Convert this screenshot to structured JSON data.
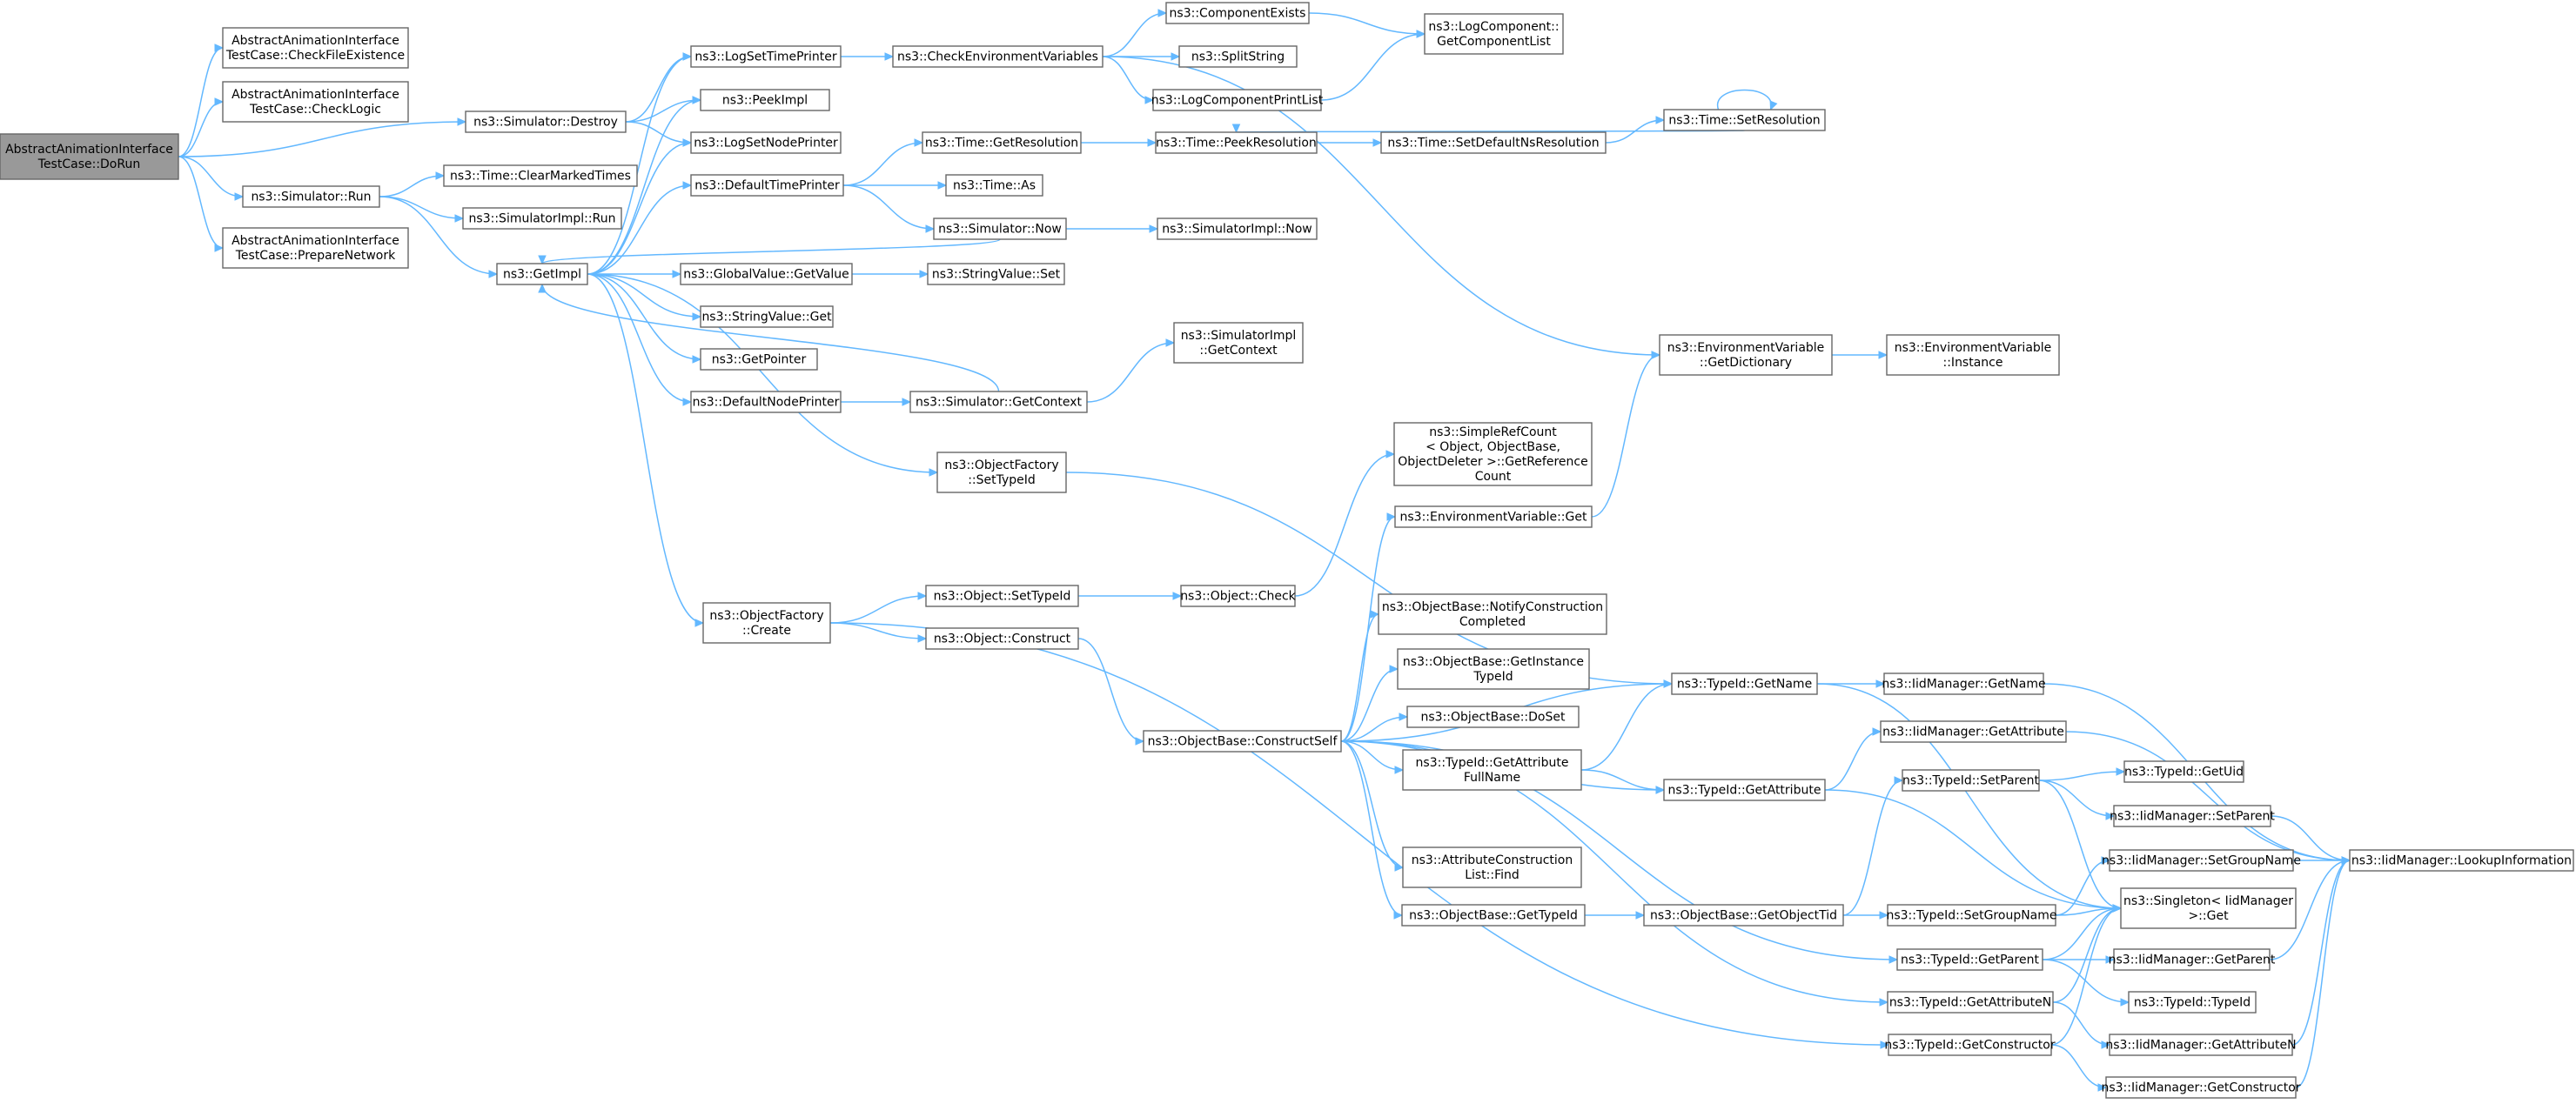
{
  "graph": {
    "nodes": [
      {
        "id": "dorun",
        "lines": [
          "AbstractAnimationInterface",
          "TestCase::DoRun"
        ],
        "root": true
      },
      {
        "id": "checkfile",
        "lines": [
          "AbstractAnimationInterface",
          "TestCase::CheckFileExistence"
        ]
      },
      {
        "id": "checklogic",
        "lines": [
          "AbstractAnimationInterface",
          "TestCase::CheckLogic"
        ]
      },
      {
        "id": "preparenet",
        "lines": [
          "AbstractAnimationInterface",
          "TestCase::PrepareNetwork"
        ]
      },
      {
        "id": "destroy",
        "lines": [
          "ns3::Simulator::Destroy"
        ]
      },
      {
        "id": "simrun",
        "lines": [
          "ns3::Simulator::Run"
        ]
      },
      {
        "id": "clearmarked",
        "lines": [
          "ns3::Time::ClearMarkedTimes"
        ]
      },
      {
        "id": "simimplrun",
        "lines": [
          "ns3::SimulatorImpl::Run"
        ]
      },
      {
        "id": "getimpl",
        "lines": [
          "ns3::GetImpl"
        ]
      },
      {
        "id": "logsettime",
        "lines": [
          "ns3::LogSetTimePrinter"
        ]
      },
      {
        "id": "peekimpl",
        "lines": [
          "ns3::PeekImpl"
        ]
      },
      {
        "id": "logsetnode",
        "lines": [
          "ns3::LogSetNodePrinter"
        ]
      },
      {
        "id": "defaulttime",
        "lines": [
          "ns3::DefaultTimePrinter"
        ]
      },
      {
        "id": "gvgetvalue",
        "lines": [
          "ns3::GlobalValue::GetValue"
        ]
      },
      {
        "id": "svget",
        "lines": [
          "ns3::StringValue::Get"
        ]
      },
      {
        "id": "getpointer",
        "lines": [
          "ns3::GetPointer"
        ]
      },
      {
        "id": "defaultnode",
        "lines": [
          "ns3::DefaultNodePrinter"
        ]
      },
      {
        "id": "ofcreate",
        "lines": [
          "ns3::ObjectFactory",
          "::Create"
        ]
      },
      {
        "id": "checkenv",
        "lines": [
          "ns3::CheckEnvironmentVariables"
        ]
      },
      {
        "id": "timegetres",
        "lines": [
          "ns3::Time::GetResolution"
        ]
      },
      {
        "id": "timeas",
        "lines": [
          "ns3::Time::As"
        ]
      },
      {
        "id": "simnow",
        "lines": [
          "ns3::Simulator::Now"
        ]
      },
      {
        "id": "svset",
        "lines": [
          "ns3::StringValue::Set"
        ]
      },
      {
        "id": "simgetctx",
        "lines": [
          "ns3::Simulator::GetContext"
        ]
      },
      {
        "id": "ofsettypeid",
        "lines": [
          "ns3::ObjectFactory",
          "::SetTypeId"
        ]
      },
      {
        "id": "objsettypeid",
        "lines": [
          "ns3::Object::SetTypeId"
        ]
      },
      {
        "id": "objconstruct",
        "lines": [
          "ns3::Object::Construct"
        ]
      },
      {
        "id": "compexists",
        "lines": [
          "ns3::ComponentExists"
        ]
      },
      {
        "id": "splitstring",
        "lines": [
          "ns3::SplitString"
        ]
      },
      {
        "id": "logcompprint",
        "lines": [
          "ns3::LogComponentPrintList"
        ]
      },
      {
        "id": "timepeekres",
        "lines": [
          "ns3::Time::PeekResolution"
        ]
      },
      {
        "id": "simimplnow",
        "lines": [
          "ns3::SimulatorImpl::Now"
        ]
      },
      {
        "id": "simimplgetctx",
        "lines": [
          "ns3::SimulatorImpl",
          "::GetContext"
        ]
      },
      {
        "id": "objcheck",
        "lines": [
          "ns3::Object::Check"
        ]
      },
      {
        "id": "obconstructself",
        "lines": [
          "ns3::ObjectBase::ConstructSelf"
        ]
      },
      {
        "id": "logcompget",
        "lines": [
          "ns3::LogComponent::",
          "GetComponentList"
        ]
      },
      {
        "id": "timesetdefns",
        "lines": [
          "ns3::Time::SetDefaultNsResolution"
        ]
      },
      {
        "id": "simplerefcount",
        "lines": [
          "ns3::SimpleRefCount",
          "< Object, ObjectBase,",
          "ObjectDeleter >::GetReference",
          "Count"
        ]
      },
      {
        "id": "envvarget",
        "lines": [
          "ns3::EnvironmentVariable::Get"
        ]
      },
      {
        "id": "obnotify",
        "lines": [
          "ns3::ObjectBase::NotifyConstruction",
          "Completed"
        ]
      },
      {
        "id": "obgetinst",
        "lines": [
          "ns3::ObjectBase::GetInstance",
          "TypeId"
        ]
      },
      {
        "id": "obdoset",
        "lines": [
          "ns3::ObjectBase::DoSet"
        ]
      },
      {
        "id": "tidgetattrfull",
        "lines": [
          "ns3::TypeId::GetAttribute",
          "FullName"
        ]
      },
      {
        "id": "attrconsfind",
        "lines": [
          "ns3::AttributeConstruction",
          "List::Find"
        ]
      },
      {
        "id": "obgettypeid",
        "lines": [
          "ns3::ObjectBase::GetTypeId"
        ]
      },
      {
        "id": "timesetres",
        "lines": [
          "ns3::Time::SetResolution"
        ]
      },
      {
        "id": "envvargetdict",
        "lines": [
          "ns3::EnvironmentVariable",
          "::GetDictionary"
        ]
      },
      {
        "id": "tidgetname",
        "lines": [
          "ns3::TypeId::GetName"
        ]
      },
      {
        "id": "tidgetattr",
        "lines": [
          "ns3::TypeId::GetAttribute"
        ]
      },
      {
        "id": "obgetobjtid",
        "lines": [
          "ns3::ObjectBase::GetObjectTid"
        ]
      },
      {
        "id": "envvarinst",
        "lines": [
          "ns3::EnvironmentVariable",
          "::Instance"
        ]
      },
      {
        "id": "iidgetname",
        "lines": [
          "ns3::IidManager::GetName"
        ]
      },
      {
        "id": "iidgetattr",
        "lines": [
          "ns3::IidManager::GetAttribute"
        ]
      },
      {
        "id": "tidsetparent",
        "lines": [
          "ns3::TypeId::SetParent"
        ]
      },
      {
        "id": "tidsetgroup",
        "lines": [
          "ns3::TypeId::SetGroupName"
        ]
      },
      {
        "id": "tidgetparent",
        "lines": [
          "ns3::TypeId::GetParent"
        ]
      },
      {
        "id": "tidgetattrn",
        "lines": [
          "ns3::TypeId::GetAttributeN"
        ]
      },
      {
        "id": "tidgetcons",
        "lines": [
          "ns3::TypeId::GetConstructor"
        ]
      },
      {
        "id": "tidgetuid",
        "lines": [
          "ns3::TypeId::GetUid"
        ]
      },
      {
        "id": "iidsetparent",
        "lines": [
          "ns3::IidManager::SetParent"
        ]
      },
      {
        "id": "iidsetgroup",
        "lines": [
          "ns3::IidManager::SetGroupName"
        ]
      },
      {
        "id": "singletonget",
        "lines": [
          "ns3::Singleton< IidManager",
          " >::Get"
        ]
      },
      {
        "id": "iidgetparent",
        "lines": [
          "ns3::IidManager::GetParent"
        ]
      },
      {
        "id": "tidtypeid",
        "lines": [
          "ns3::TypeId::TypeId"
        ]
      },
      {
        "id": "iidgetattrn",
        "lines": [
          "ns3::IidManager::GetAttributeN"
        ]
      },
      {
        "id": "iidgetcons",
        "lines": [
          "ns3::IidManager::GetConstructor"
        ]
      },
      {
        "id": "iidlookup",
        "lines": [
          "ns3::IidManager::LookupInformation"
        ]
      }
    ],
    "edges": [
      [
        "dorun",
        "checkfile"
      ],
      [
        "dorun",
        "checklogic"
      ],
      [
        "dorun",
        "destroy"
      ],
      [
        "dorun",
        "simrun"
      ],
      [
        "dorun",
        "preparenet"
      ],
      [
        "destroy",
        "logsettime"
      ],
      [
        "destroy",
        "peekimpl"
      ],
      [
        "destroy",
        "logsetnode"
      ],
      [
        "simrun",
        "clearmarked"
      ],
      [
        "simrun",
        "simimplrun"
      ],
      [
        "simrun",
        "getimpl"
      ],
      [
        "getimpl",
        "logsettime"
      ],
      [
        "getimpl",
        "peekimpl"
      ],
      [
        "getimpl",
        "logsetnode"
      ],
      [
        "getimpl",
        "defaulttime"
      ],
      [
        "getimpl",
        "gvgetvalue"
      ],
      [
        "getimpl",
        "svget"
      ],
      [
        "getimpl",
        "getpointer"
      ],
      [
        "getimpl",
        "defaultnode"
      ],
      [
        "getimpl",
        "ofsettypeid"
      ],
      [
        "getimpl",
        "ofcreate"
      ],
      [
        "logsettime",
        "checkenv"
      ],
      [
        "checkenv",
        "compexists"
      ],
      [
        "checkenv",
        "splitstring"
      ],
      [
        "checkenv",
        "logcompprint"
      ],
      [
        "checkenv",
        "envvargetdict"
      ],
      [
        "compexists",
        "logcompget"
      ],
      [
        "logcompprint",
        "logcompget"
      ],
      [
        "defaulttime",
        "timegetres"
      ],
      [
        "defaulttime",
        "timeas"
      ],
      [
        "defaulttime",
        "simnow"
      ],
      [
        "timegetres",
        "timepeekres"
      ],
      [
        "timepeekres",
        "timesetdefns"
      ],
      [
        "timesetdefns",
        "timesetres"
      ],
      [
        "timesetres",
        "timepeekres"
      ],
      [
        "timesetres",
        "timesetres"
      ],
      [
        "simnow",
        "simimplnow"
      ],
      [
        "simnow",
        "getimpl"
      ],
      [
        "gvgetvalue",
        "svset"
      ],
      [
        "defaultnode",
        "simgetctx"
      ],
      [
        "simgetctx",
        "simimplgetctx"
      ],
      [
        "simgetctx",
        "getimpl"
      ],
      [
        "ofsettypeid",
        "tidgetname"
      ],
      [
        "ofcreate",
        "objsettypeid"
      ],
      [
        "ofcreate",
        "objconstruct"
      ],
      [
        "ofcreate",
        "tidgetcons"
      ],
      [
        "objsettypeid",
        "objcheck"
      ],
      [
        "objcheck",
        "simplerefcount"
      ],
      [
        "objconstruct",
        "obconstructself"
      ],
      [
        "obconstructself",
        "envvarget"
      ],
      [
        "obconstructself",
        "obnotify"
      ],
      [
        "obconstructself",
        "obgetinst"
      ],
      [
        "obconstructself",
        "obdoset"
      ],
      [
        "obconstructself",
        "tidgetattrfull"
      ],
      [
        "obconstructself",
        "attrconsfind"
      ],
      [
        "obconstructself",
        "obgettypeid"
      ],
      [
        "obconstructself",
        "tidgetname"
      ],
      [
        "obconstructself",
        "tidgetattr"
      ],
      [
        "obconstructself",
        "tidgetparent"
      ],
      [
        "obconstructself",
        "tidgetattrn"
      ],
      [
        "envvarget",
        "envvargetdict"
      ],
      [
        "envvargetdict",
        "envvarinst"
      ],
      [
        "tidgetattrfull",
        "tidgetname"
      ],
      [
        "tidgetattrfull",
        "tidgetattr"
      ],
      [
        "obgettypeid",
        "obgetobjtid"
      ],
      [
        "obgetobjtid",
        "tidsetparent"
      ],
      [
        "obgetobjtid",
        "tidsetgroup"
      ],
      [
        "tidgetname",
        "iidgetname"
      ],
      [
        "tidgetname",
        "singletonget"
      ],
      [
        "tidgetattr",
        "iidgetattr"
      ],
      [
        "tidgetattr",
        "singletonget"
      ],
      [
        "tidsetparent",
        "tidgetuid"
      ],
      [
        "tidsetparent",
        "iidsetparent"
      ],
      [
        "tidsetparent",
        "singletonget"
      ],
      [
        "tidsetgroup",
        "iidsetgroup"
      ],
      [
        "tidsetgroup",
        "singletonget"
      ],
      [
        "tidgetparent",
        "iidgetparent"
      ],
      [
        "tidgetparent",
        "tidtypeid"
      ],
      [
        "tidgetparent",
        "singletonget"
      ],
      [
        "tidgetattrn",
        "iidgetattrn"
      ],
      [
        "tidgetattrn",
        "singletonget"
      ],
      [
        "tidgetcons",
        "iidgetcons"
      ],
      [
        "tidgetcons",
        "singletonget"
      ],
      [
        "iidgetname",
        "iidlookup"
      ],
      [
        "iidgetattr",
        "iidlookup"
      ],
      [
        "iidsetparent",
        "iidlookup"
      ],
      [
        "iidsetgroup",
        "iidlookup"
      ],
      [
        "iidgetparent",
        "iidlookup"
      ],
      [
        "iidgetattrn",
        "iidlookup"
      ],
      [
        "iidgetcons",
        "iidlookup"
      ]
    ]
  }
}
